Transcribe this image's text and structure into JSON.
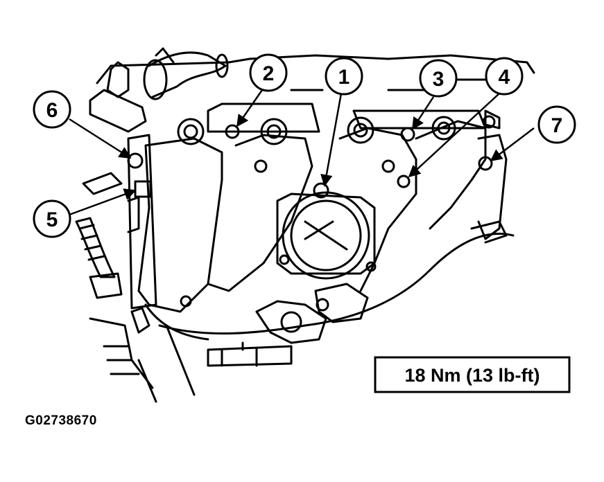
{
  "callouts": [
    {
      "label": "1"
    },
    {
      "label": "2"
    },
    {
      "label": "3"
    },
    {
      "label": "4"
    },
    {
      "label": "5"
    },
    {
      "label": "6"
    },
    {
      "label": "7"
    }
  ],
  "torque_spec": "18 Nm (13 lb-ft)",
  "figure_id": "G02738670"
}
